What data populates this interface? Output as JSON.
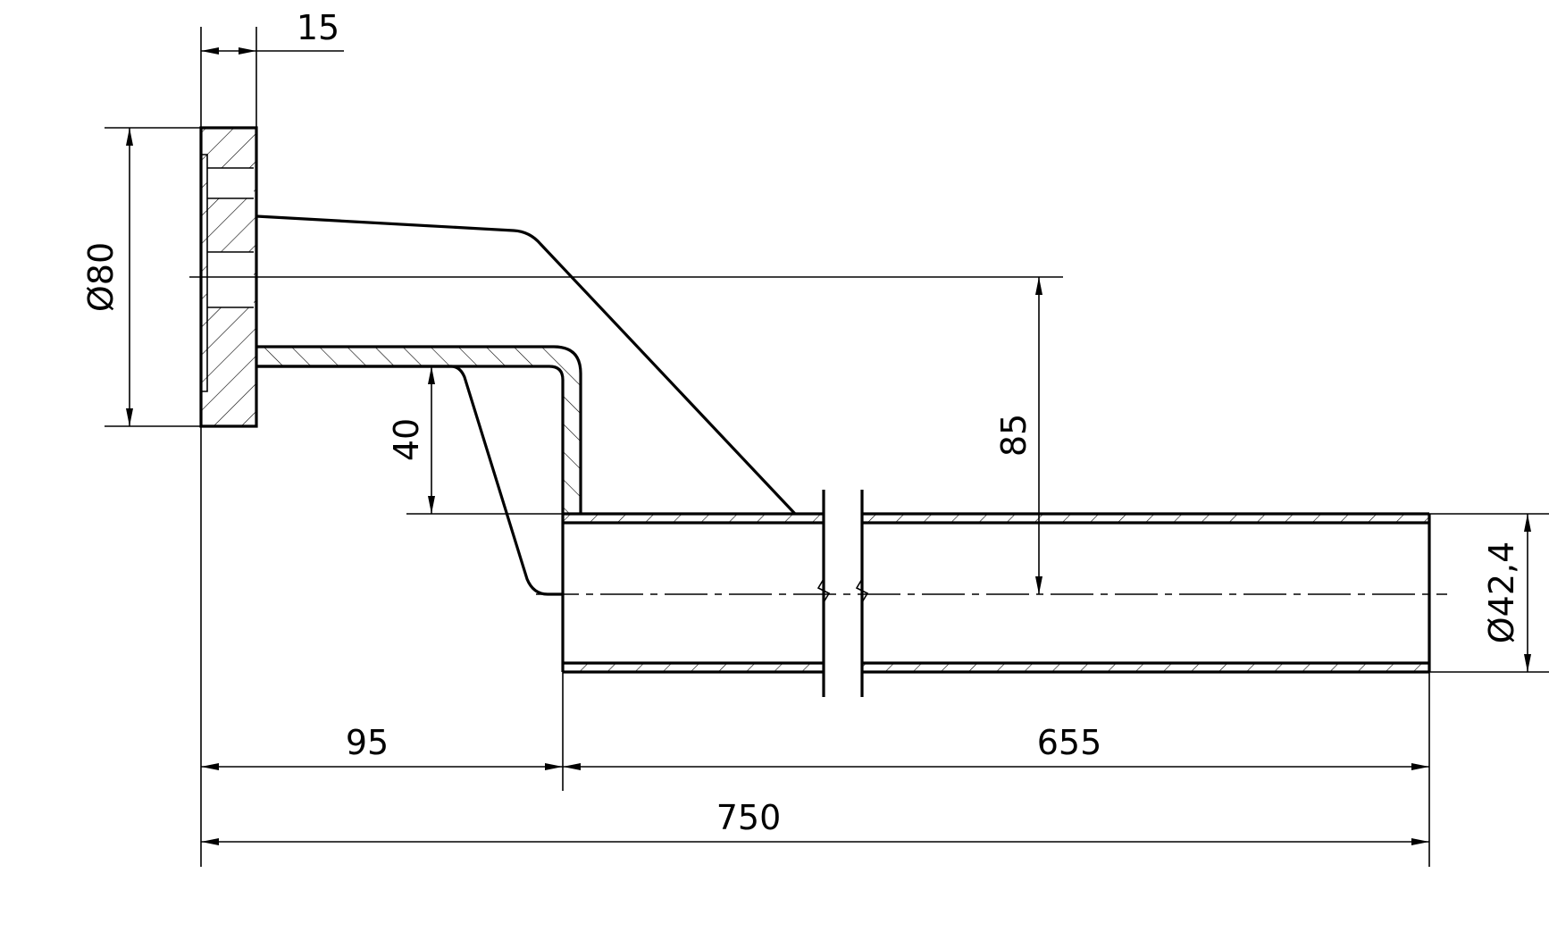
{
  "drawing": {
    "dimensions": {
      "flange_thickness": "15",
      "flange_diameter": "Ø80",
      "pipe_diameter": "Ø42,4",
      "offset_upper": "40",
      "offset_axis": "85",
      "length_bracket": "95",
      "length_pipe": "655",
      "length_total": "750"
    }
  },
  "colors": {
    "line": "#000000",
    "background": "#ffffff"
  }
}
